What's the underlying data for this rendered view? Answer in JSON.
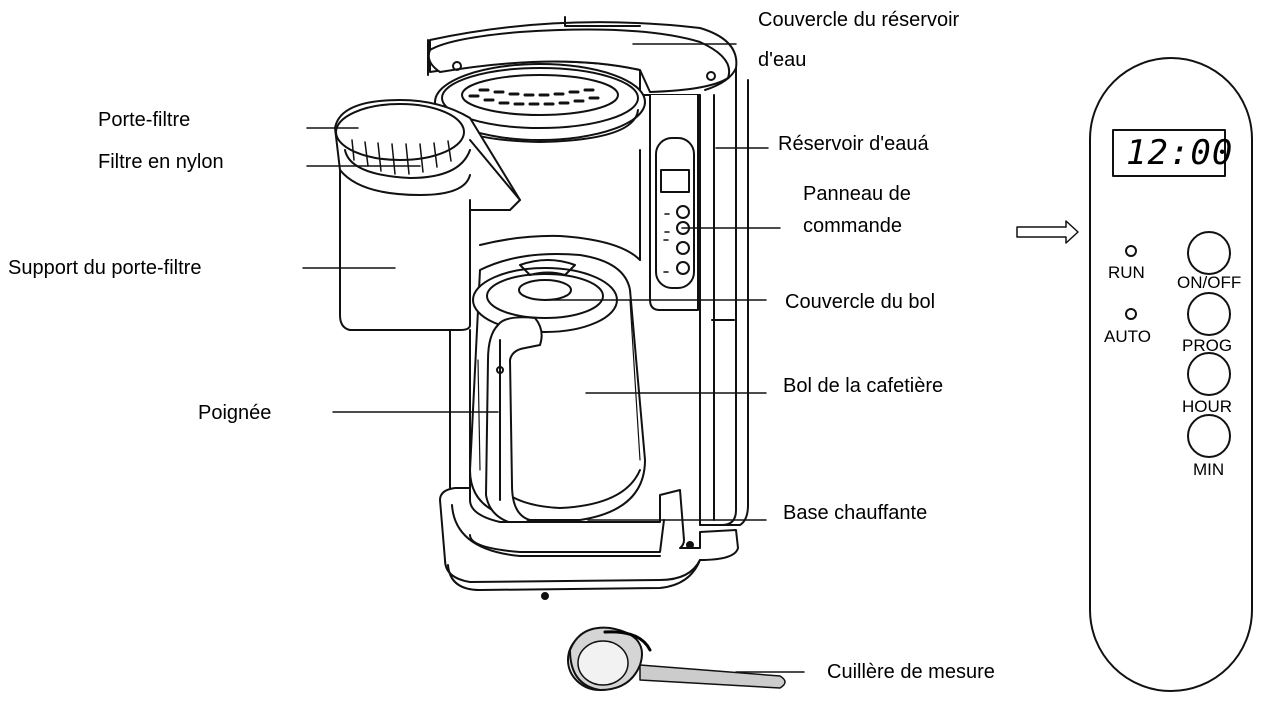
{
  "labels": {
    "lid_reservoir": "Couvercle du réservoir",
    "lid_reservoir_2": "d'eau",
    "filter_holder": "Porte-filtre",
    "nylon_filter": "Filtre en nylon",
    "reservoir": "Réservoir d'eauá",
    "control_panel": "Panneau de",
    "control_panel_2": "commande",
    "filter_support": "Support du porte-filtre",
    "carafe_lid": "Couvercle du bol",
    "handle": "Poignée",
    "carafe": "Bol de la cafetière",
    "hot_plate": "Base chauffante",
    "scoop": "Cuillère de mesure"
  },
  "panel": {
    "display": "12:00",
    "run": "RUN",
    "auto": "AUTO",
    "on_off": "ON/OFF",
    "prog": "PROG",
    "hour": "HOUR",
    "min": "MIN"
  }
}
